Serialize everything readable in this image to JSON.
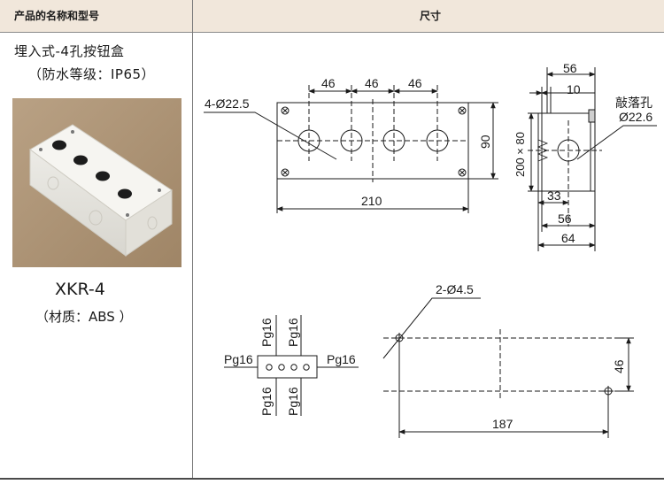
{
  "header": {
    "product_col": "产品的名称和型号",
    "size_col": "尺寸"
  },
  "product": {
    "name_line1": "埋入式-4孔按钮盒",
    "name_line2": "（防水等级：IP65）",
    "model": "XKR-4",
    "material": "（材质：ABS ）",
    "image_alt": "white-4-hole-button-box"
  },
  "front_view": {
    "hole_callout": "4-Ø22.5",
    "spacing_1": "46",
    "spacing_2": "46",
    "spacing_3": "46",
    "height": "90",
    "width": "210"
  },
  "side_view": {
    "dim_56_top": "56",
    "dim_10": "10",
    "knockout_label": "敲落孔",
    "knockout_dia": "Ø22.6",
    "dim_200x80": "200 × 80",
    "dim_33": "33",
    "dim_56_bottom": "56",
    "dim_64": "64"
  },
  "conduit_view": {
    "left": "Pg16",
    "right": "Pg16",
    "top_1": "Pg16",
    "top_2": "Pg16",
    "bottom_1": "Pg16",
    "bottom_2": "Pg16"
  },
  "mounting_view": {
    "hole_callout": "2-Ø4.5",
    "height": "46",
    "width": "187"
  },
  "colors": {
    "header_bg": "#f1e7db",
    "line": "#1a1a1a",
    "box_body": "#f4f3ee"
  }
}
